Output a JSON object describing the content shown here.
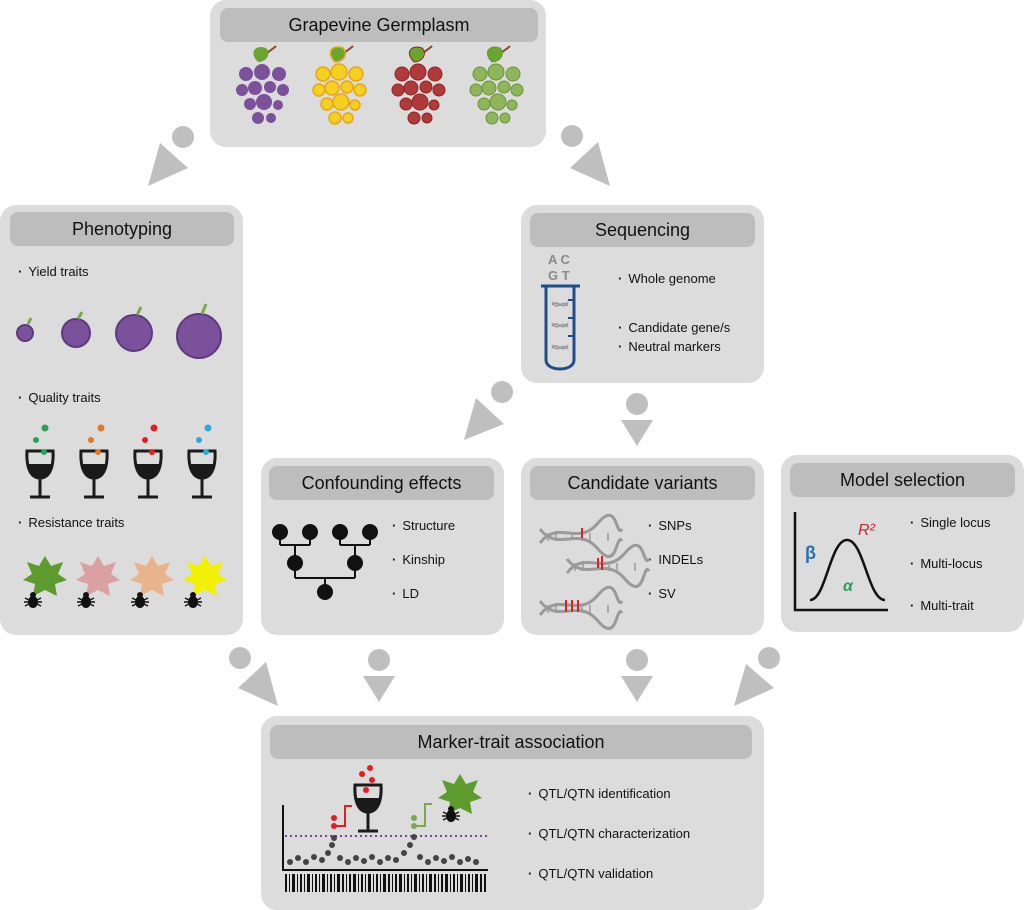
{
  "germplasm": {
    "title": "Grapevine Germplasm"
  },
  "phenotyping": {
    "title": "Phenotyping",
    "yield": "Yield traits",
    "quality": "Quality traits",
    "resistance": "Resistance traits"
  },
  "sequencing": {
    "title": "Sequencing",
    "bases_top": "A C",
    "bases_bottom": "G T",
    "items": [
      "Whole genome",
      "Candidate gene/s",
      "Neutral markers"
    ]
  },
  "confounding": {
    "title": "Confounding effects",
    "items": [
      "Structure",
      "Kinship",
      "LD"
    ]
  },
  "variants": {
    "title": "Candidate variants",
    "items": [
      "SNPs",
      "INDELs",
      "SV"
    ]
  },
  "model": {
    "title": "Model selection",
    "items": [
      "Single locus",
      "Multi-locus",
      "Multi-trait"
    ],
    "symbols": {
      "beta": "β",
      "r2": "R²",
      "alpha": "α"
    }
  },
  "association": {
    "title": "Marker-trait association",
    "items": [
      "QTL/QTN identification",
      "QTL/QTN characterization",
      "QTL/QTN validation"
    ]
  },
  "colors": {
    "panel": "#dcdcdc",
    "title_bar": "#bdbdbd",
    "arrow": "#bfbfbf",
    "grape_purple": "#7a519a",
    "grape_yellow": "#f5c518",
    "grape_red": "#b03a3a",
    "grape_green": "#7aa84a",
    "leaf_green": "#5d9b2f",
    "leaf_pink": "#d9a1a1",
    "leaf_peach": "#e8b48e",
    "leaf_yellow": "#f2f200",
    "wine": "#1a1a1a",
    "tube_blue": "#1f4f8a",
    "threshold": "#7a3fa0"
  }
}
